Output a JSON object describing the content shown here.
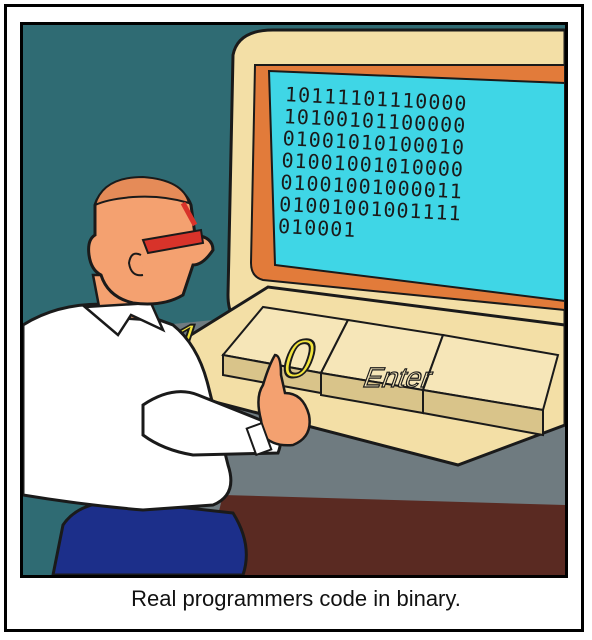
{
  "comic": {
    "caption": "Real programmers code in binary.",
    "screen_lines": [
      "10111101110000",
      "10100101100000",
      "01001010100010",
      "01001001010000",
      "01001001000011",
      "01001001001111",
      "010001"
    ],
    "keys": {
      "one": "1",
      "zero": "0",
      "enter": "Enter"
    }
  }
}
